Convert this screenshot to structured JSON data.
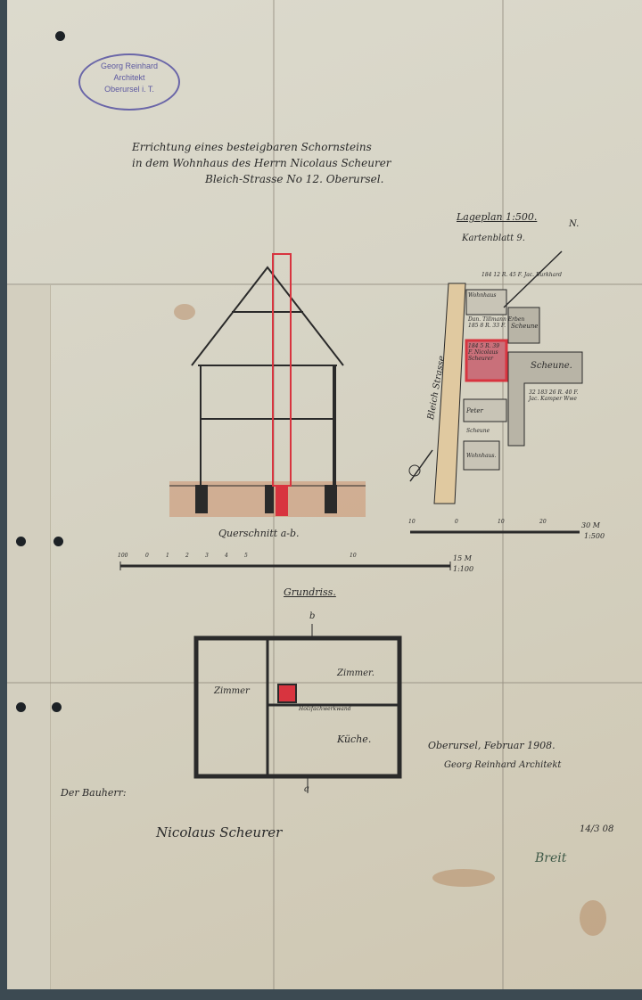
{
  "stamp": {
    "line1": "Georg Reinhard",
    "line2": "Architekt",
    "line3": "Oberursel i. T."
  },
  "title": {
    "line1": "Errichtung eines besteigbaren Schornsteins",
    "line2": "in dem Wohnhaus des Herrn Nicolaus Scheurer",
    "line3": "Bleich-Strasse No 12. Oberursel."
  },
  "site_plan": {
    "title": "Lageplan 1:500.",
    "sheet": "Kartenblatt 9.",
    "north": "N.",
    "street": "Bleich Strasse",
    "labels": [
      "184 12 R. 45 F. Jac. Burkhard",
      "Wohnhaus",
      "Dan. Tillmann Erben 185 8 R. 33 F.",
      "Scheune",
      "184 5 R. 39 F. Nicolaus Scheurer",
      "Scheune.",
      "32 183 26 R. 40 F. Jac. Kamper Wwe",
      "Peter",
      "Scheune",
      "Wohnhaus."
    ],
    "scale_ticks": [
      "10",
      "0",
      "10",
      "20",
      "30 M"
    ],
    "scale": "1:500"
  },
  "section": {
    "title": "Querschnitt a-b.",
    "scale_ticks": [
      "100",
      "0",
      "1",
      "2",
      "3",
      "4",
      "5",
      "10",
      "15 M"
    ],
    "scale": "1:100"
  },
  "floor_plan": {
    "title": "Grundriss.",
    "rooms": [
      "Zimmer",
      "Zimmer.",
      "Küche."
    ],
    "wall_label": "Holzfachwerkwand",
    "marker_a": "a",
    "marker_b": "b"
  },
  "footer": {
    "place_date": "Oberursel, Februar 1908.",
    "architect_signature": "Georg Reinhard Architekt",
    "client_label": "Der Bauherr:",
    "client_signature": "Nicolaus Scheurer",
    "date_note": "14/3 08",
    "approval_signature": "Breit"
  },
  "colors": {
    "paper": "#d8d5c6",
    "ink": "#2a2a2a",
    "red": "#d8343f",
    "stamp": "#5c58a0",
    "ground": "#c9825a"
  }
}
